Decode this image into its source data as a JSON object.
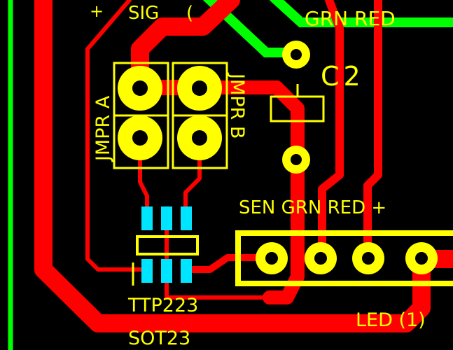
{
  "labels": {
    "plus_top": "+",
    "sig": "SIG",
    "paren_top": "(",
    "grn_red_top": "GRN RED",
    "c2": "C2",
    "jmpr_a": "JMPR A",
    "jmpr_b": "JMPR B",
    "sen_grn_red": "SEN GRN RED +",
    "ttp223": "TTP223",
    "sot23": "SOT23",
    "led_1": "LED (1)"
  },
  "colors": {
    "background": "#000000",
    "trace_top": "#ff0000",
    "trace_bottom": "#00ff00",
    "silkscreen": "#ffff00",
    "smd_pad": "#00e5ff",
    "via_hole": "#000000"
  }
}
